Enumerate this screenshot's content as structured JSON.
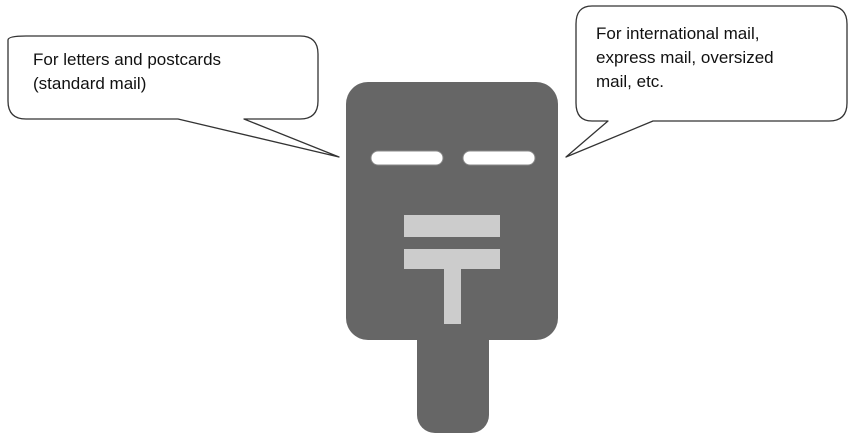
{
  "callouts": {
    "standard_slot": {
      "lines": [
        "For letters and postcards",
        "(standard mail)"
      ]
    },
    "other_slot": {
      "lines": [
        "For international mail,",
        "express mail, oversized",
        "mail, etc."
      ]
    }
  },
  "colors": {
    "mailbox_body": "#666666",
    "slot": "#ffffff",
    "postal_mark": "#cccccc",
    "bubble_fill": "#ffffff",
    "bubble_stroke": "#333333"
  },
  "icons": {
    "postal_mark": "japan-post-mark-icon"
  }
}
